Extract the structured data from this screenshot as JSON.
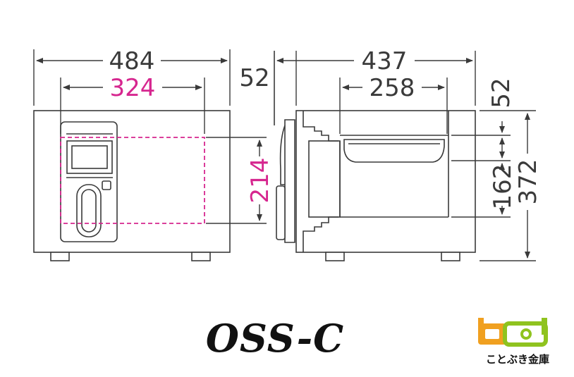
{
  "dimensions": {
    "front_width": "484",
    "front_inner_width": "324",
    "inner_height": "214",
    "top_offset_left": "52",
    "side_depth": "437",
    "side_inner_depth": "258",
    "top_offset_right": "52",
    "total_height": "372",
    "inner_depth_height": "162"
  },
  "model_name": "OSS-C",
  "brand_name": "ことぶき金庫",
  "colors": {
    "line": "#3a3a3a",
    "accent": "#d6268f",
    "brand_orange": "#f0a020",
    "brand_green": "#8fc31f"
  }
}
